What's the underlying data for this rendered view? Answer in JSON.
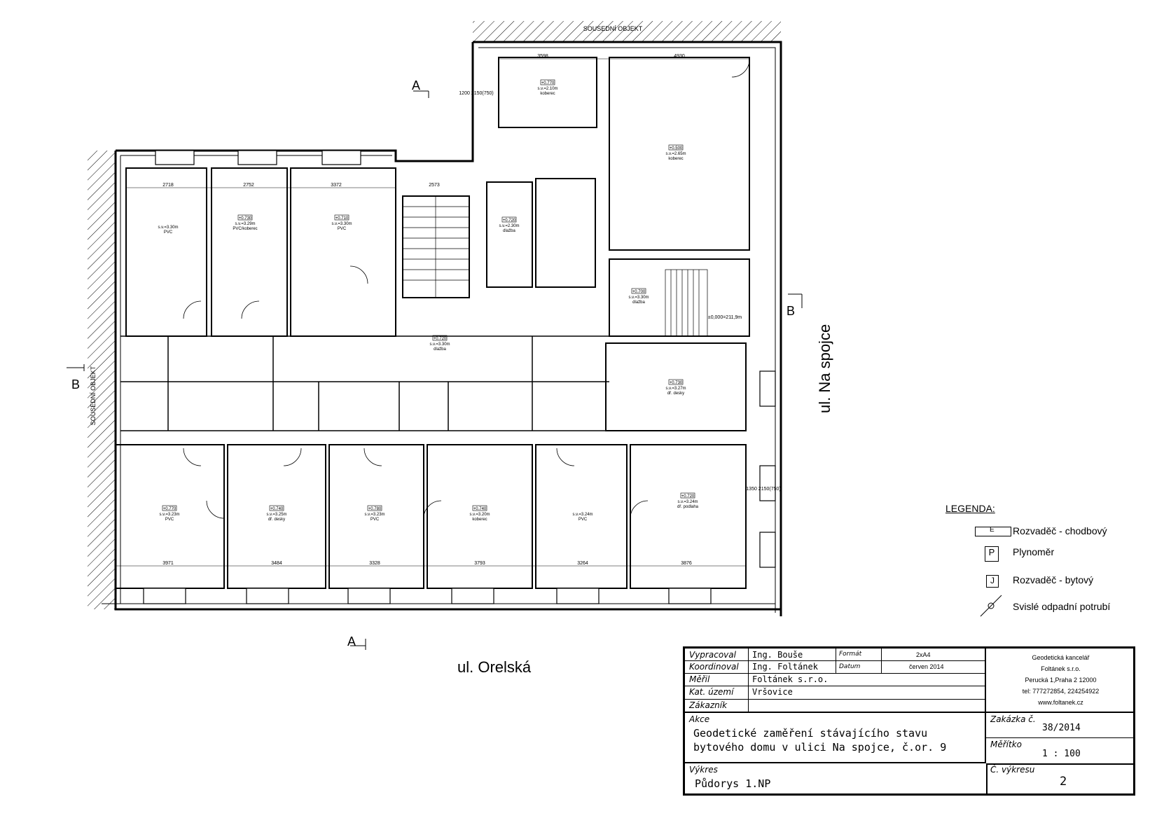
{
  "plan": {
    "neighbor_top": "SOUSEDNÍ OBJEKT",
    "neighbor_left": "SOUSEDNÍ OBJEKT",
    "street_bottom": "ul. Orelská",
    "street_right": "ul. Na spojce",
    "section_a": "A",
    "section_b": "B",
    "rooms": [
      {
        "elev": "+0.770",
        "height": "s.v.=2.10m",
        "floor": "koberec"
      },
      {
        "elev": "+0.500",
        "height": "s.v.=2.65m",
        "floor": "koberec"
      },
      {
        "elev": "",
        "height": "s.v.=3.30m",
        "floor": "PVC"
      },
      {
        "elev": "+0.730",
        "height": "s.v.=3.29m",
        "floor": "PVC/koberec"
      },
      {
        "elev": "+0.710",
        "height": "s.v.=3.30m",
        "floor": "PVC"
      },
      {
        "elev": "+0.720",
        "height": "s.v.=2.30m",
        "floor": "dlažba"
      },
      {
        "elev": "+0.700",
        "height": "s.v.=3.30m",
        "floor": "dlažba"
      },
      {
        "elev": "+0.720",
        "height": "s.v.=3.30m",
        "floor": "dlažba"
      },
      {
        "elev": "+0.730",
        "height": "s.v.=3.27m",
        "floor": "dř. desky"
      },
      {
        "elev": "+0.770",
        "height": "s.v.=3.23m",
        "floor": "PVC"
      },
      {
        "elev": "+0.740",
        "height": "s.v.=3.25m",
        "floor": "dř. desky"
      },
      {
        "elev": "+0.780",
        "height": "s.v.=3.23m",
        "floor": "PVC"
      },
      {
        "elev": "+0.740",
        "height": "s.v.=3.20m",
        "floor": "koberec"
      },
      {
        "elev": "",
        "height": "s.v.=3.24m",
        "floor": "PVC"
      },
      {
        "elev": "+0.720",
        "height": "s.v.=3.24m",
        "floor": "dř. podlaha"
      }
    ],
    "dims_top": [
      "2718",
      "2752",
      "3372",
      "2573",
      "3598",
      "4930"
    ],
    "dims_bottom": [
      "3971",
      "3484",
      "3328",
      "3793",
      "3264",
      "3876"
    ],
    "window_labels": [
      "1350 2150(750)",
      "1200 2150(750)"
    ],
    "entrance_elev": "±0,000=211,9m"
  },
  "legend": {
    "title": "LEGENDA:",
    "items": [
      {
        "symbol": "E",
        "label": "Rozvaděč - chodbový"
      },
      {
        "symbol": "P",
        "label": "Plynoměr"
      },
      {
        "symbol": "J",
        "label": "Rozvaděč - bytový"
      },
      {
        "symbol": "",
        "label": "Svislé odpadní potrubí"
      }
    ]
  },
  "titleblock": {
    "vypracoval_label": "Vypracoval",
    "vypracoval": "Ing. Bouše",
    "koordinoval_label": "Koordinoval",
    "koordinoval": "Ing. Foltánek",
    "meril_label": "Měřil",
    "meril": "Foltánek s.r.o.",
    "kat_label": "Kat. území",
    "kat": "Vršovice",
    "zakaznik_label": "Zákazník",
    "zakaznik": "",
    "format_label": "Formát",
    "format": "2xA4",
    "datum_label": "Datum",
    "datum": "červen 2014",
    "company": [
      "Geodetická kancelář",
      "Foltánek s.r.o.",
      "Perucká 1,Praha 2 12000",
      "tel: 777272854, 224254922",
      "www.foltanek.cz"
    ],
    "akce_label": "Akce",
    "akce_line1": "Geodetické zaměření stávajícího stavu",
    "akce_line2": "bytového domu v ulici Na spojce, č.or. 9",
    "zakazka_label": "Zakázka č.",
    "zakazka": "38/2014",
    "meritko_label": "Měřítko",
    "meritko": "1 : 100",
    "vykres_label": "Výkres",
    "vykres": "Půdorys 1.NP",
    "cislo_label": "Č. výkresu",
    "cislo": "2"
  }
}
